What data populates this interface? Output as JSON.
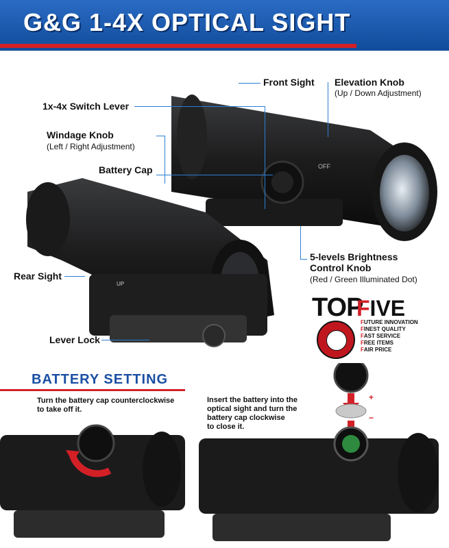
{
  "banner": {
    "title": "G&G 1-4X OPTICAL SIGHT"
  },
  "callouts": {
    "front_sight": "Front Sight",
    "elevation_knob": "Elevation Knob",
    "elevation_sub": "(Up / Down Adjustment)",
    "switch_lever": "1x-4x Switch Lever",
    "windage_knob": "Windage Knob",
    "windage_sub": "(Left / Right Adjustment)",
    "battery_cap": "Battery Cap",
    "brightness_knob_1": "5-levels Brightness",
    "brightness_knob_2": "Control Knob",
    "brightness_sub": "(Red / Green Illuminated Dot)",
    "rear_sight": "Rear Sight",
    "lever_lock": "Lever Lock"
  },
  "scope_text": {
    "off": "OFF",
    "up": "UP"
  },
  "topfive": {
    "top": "TOP",
    "five_f": "F",
    "five_rest": "IVE",
    "items": [
      {
        "letter": "F",
        "rest": "UTURE INNOVATION"
      },
      {
        "letter": "F",
        "rest": "INEST QUALITY"
      },
      {
        "letter": "F",
        "rest": "AST SERVICE"
      },
      {
        "letter": "F",
        "rest": "REE ITEMS"
      },
      {
        "letter": "F",
        "rest": "AIR PRICE"
      }
    ]
  },
  "battery_setting": {
    "title": "BATTERY SETTING",
    "step1_line1": "Turn the battery cap counterclockwise",
    "step1_line2": "to take off it.",
    "step2_line1": "Insert the battery into the",
    "step2_line2": "optical sight and turn the",
    "step2_line3": "battery cap clockwise",
    "step2_line4": "to close it.",
    "plus": "+",
    "minus": "−"
  },
  "colors": {
    "accent_blue": "#1b4fa3",
    "accent_red": "#d32027",
    "callout_line": "#2a7fd4"
  }
}
